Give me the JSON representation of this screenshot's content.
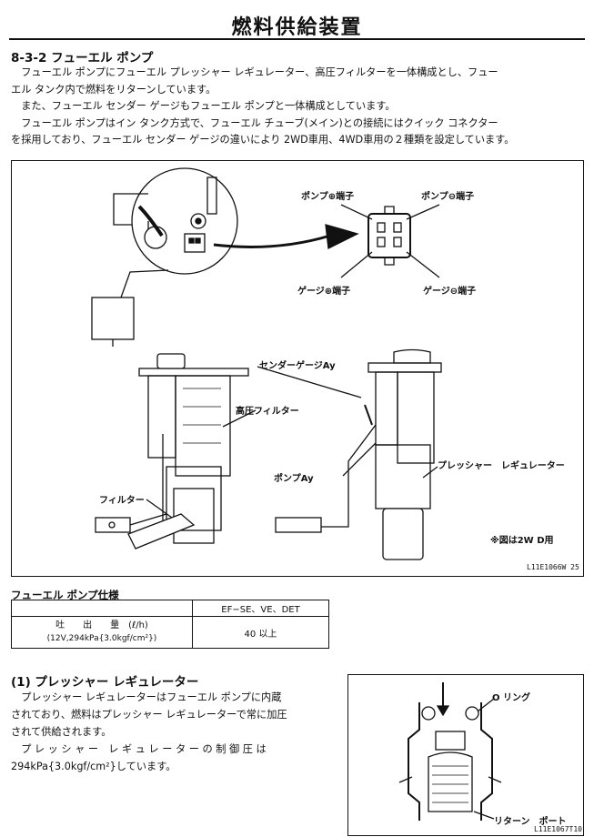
{
  "page_title": "燃料供給装置",
  "section": "8-3-2 フューエル ポンプ",
  "intro": [
    "　フューエル ポンプにフューエル プレッシャー レギュレーター、高圧フィルターを一体構成とし、フュー",
    "エル タンク内で燃料をリターンしています。",
    "　また、フューエル センダー ゲージもフューエル ポンプと一体構成としています。",
    "　フューエル ポンプはイン タンク方式で、フューエル チューブ(メイン)との接続にはクイック コネクター",
    "を採用しており、フューエル センダー ゲージの違いにより 2WD車用、4WD車用の２種類を設定しています。"
  ],
  "figure1": {
    "labels": {
      "pump_plus": "ポンプ⊕端子",
      "pump_minus": "ポンプ⊖端子",
      "gauge_plus": "ゲージ⊕端子",
      "gauge_minus": "ゲージ⊖端子",
      "sender_gauge": "センダーゲージAy",
      "hp_filter": "高圧フィルター",
      "pump_ay": "ポンプAy",
      "regulator": "プレッシャー　レギュレーター",
      "filter": "フィルター",
      "note": "※図は2W D用"
    },
    "code": "L11E1066W 25"
  },
  "spec": {
    "title": "フューエル ポンプ仕様",
    "header": "EF−SE、VE、DET",
    "row_label": "吐　　出　　量　(ℓ/h)",
    "row_sub": "(12V,294kPa{3.0kgf/cm²})",
    "row_value": "40 以上"
  },
  "subsection": "(1) プレッシャー レギュレーター",
  "body2": [
    "　プレッシャー レギュレーターはフューエル ポンプに内蔵",
    "されており、燃料はプレッシャー レギュレーターで常に加圧",
    "されて供給されます。",
    "　プ レ ッ シ ャ ー　レ ギ ュ レ ー タ ー の 制 御 圧 は",
    "294kPa{3.0kgf/cm²}しています。"
  ],
  "figure2": {
    "o_ring": "O リング",
    "return_port": "リターン　ポート",
    "code": "L11E1067T10"
  }
}
